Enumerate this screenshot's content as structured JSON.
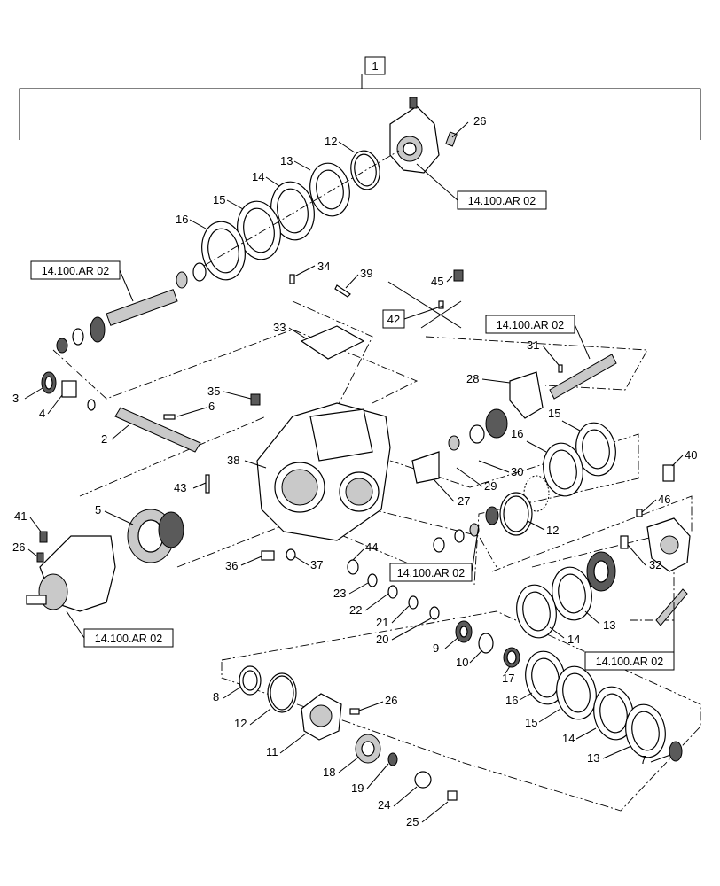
{
  "assembly_label": "1",
  "ref_boxes": [
    {
      "id": "ref-top-right",
      "text": "14.100.AR 02"
    },
    {
      "id": "ref-upper-left",
      "text": "14.100.AR 02"
    },
    {
      "id": "ref-mid-right",
      "text": "14.100.AR 02"
    },
    {
      "id": "ref-lower-left",
      "text": "14.100.AR 02"
    },
    {
      "id": "ref-center",
      "text": "14.100.AR 02"
    },
    {
      "id": "ref-lower-right",
      "text": "14.100.AR 02"
    }
  ],
  "group_label": "42",
  "callouts": [
    "1",
    "2",
    "3",
    "4",
    "5",
    "6",
    "7",
    "8",
    "9",
    "10",
    "11",
    "12",
    "13",
    "14",
    "15",
    "16",
    "17",
    "18",
    "19",
    "20",
    "21",
    "22",
    "23",
    "24",
    "25",
    "26",
    "27",
    "28",
    "29",
    "30",
    "31",
    "32",
    "33",
    "34",
    "35",
    "36",
    "37",
    "38",
    "39",
    "40",
    "41",
    "42",
    "43",
    "44",
    "45",
    "46"
  ],
  "labels": {
    "n2": "2",
    "n3": "3",
    "n4": "4",
    "n5": "5",
    "n6": "6",
    "n7": "7",
    "n8": "8",
    "n9": "9",
    "n10": "10",
    "n11": "11",
    "n12a": "12",
    "n12b": "12",
    "n12c": "12",
    "n13a": "13",
    "n13b": "13",
    "n13c": "13",
    "n14a": "14",
    "n14b": "14",
    "n14c": "14",
    "n15a": "15",
    "n15b": "15",
    "n15c": "15",
    "n16a": "16",
    "n16b": "16",
    "n16c": "16",
    "n17": "17",
    "n18": "18",
    "n19": "19",
    "n20": "20",
    "n21": "21",
    "n22": "22",
    "n23": "23",
    "n24": "24",
    "n25": "25",
    "n26a": "26",
    "n26b": "26",
    "n26c": "26",
    "n27": "27",
    "n28": "28",
    "n29": "29",
    "n30": "30",
    "n31": "31",
    "n32": "32",
    "n33": "33",
    "n34": "34",
    "n35": "35",
    "n36": "36",
    "n37": "37",
    "n38": "38",
    "n39": "39",
    "n40": "40",
    "n41": "41",
    "n43": "43",
    "n44": "44",
    "n45": "45",
    "n46": "46"
  }
}
